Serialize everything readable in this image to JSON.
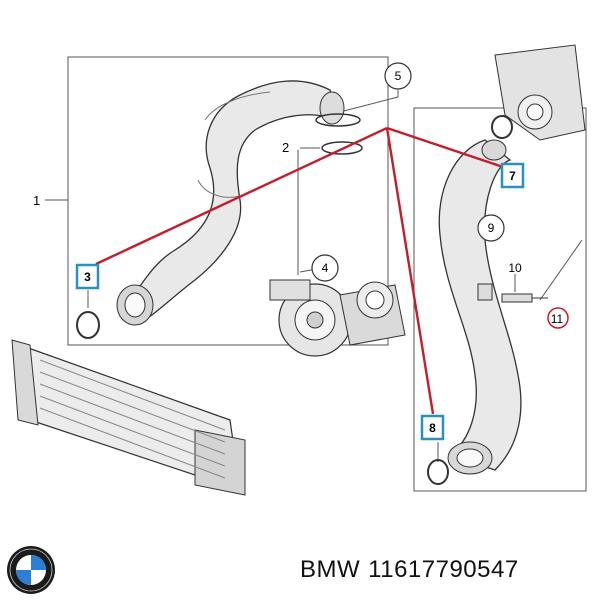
{
  "diagram": {
    "callouts": {
      "c1": "1",
      "c2": "2",
      "c3": "3",
      "c4": "4",
      "c5": "5",
      "c7": "7",
      "c8": "8",
      "c9": "9",
      "c10": "10",
      "c11": "11"
    },
    "highlight_color": "#2a8fc1",
    "line_color": "#c41e2a"
  },
  "footer": {
    "brand": "BMW",
    "part_number": "11617790547",
    "logo_icon": "bmw-roundel-icon"
  }
}
